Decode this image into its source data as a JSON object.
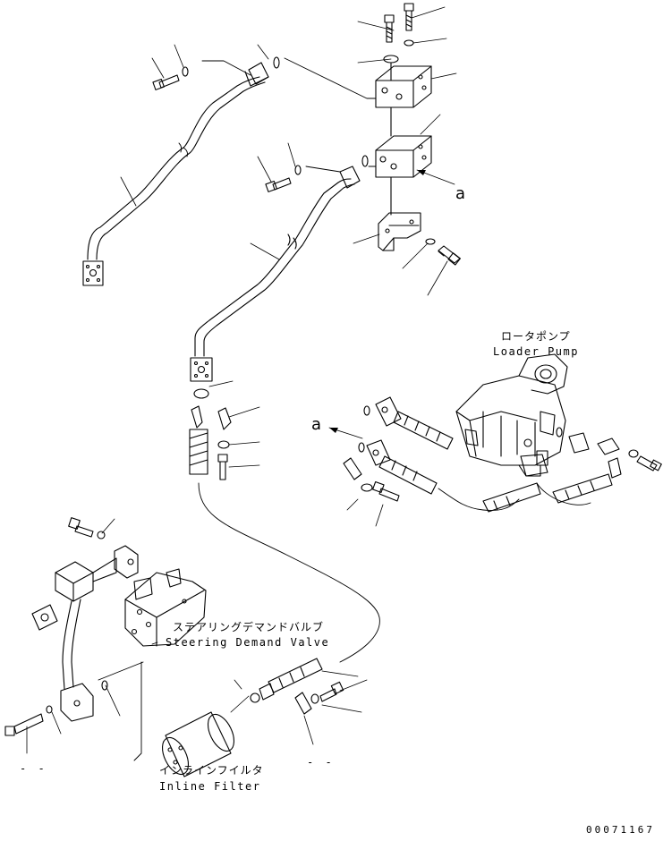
{
  "labels": {
    "loader_pump_jp": "ロータポンプ",
    "loader_pump_en": "Loader Pump",
    "steering_valve_jp": "ステアリングデマンドバルブ",
    "steering_valve_en": "Steering Demand Valve",
    "inline_filter_jp": "インラインフイルタ",
    "inline_filter_en": "Inline Filter",
    "ref_a_upper": "a",
    "ref_a_lower": "a",
    "dash_left": "- -",
    "dash_right": "- -",
    "drawing_number": "00071167"
  },
  "icons": {
    "style": "line-art exploded parts diagram",
    "ink_color": "#000000",
    "paper_color": "#ffffff"
  }
}
